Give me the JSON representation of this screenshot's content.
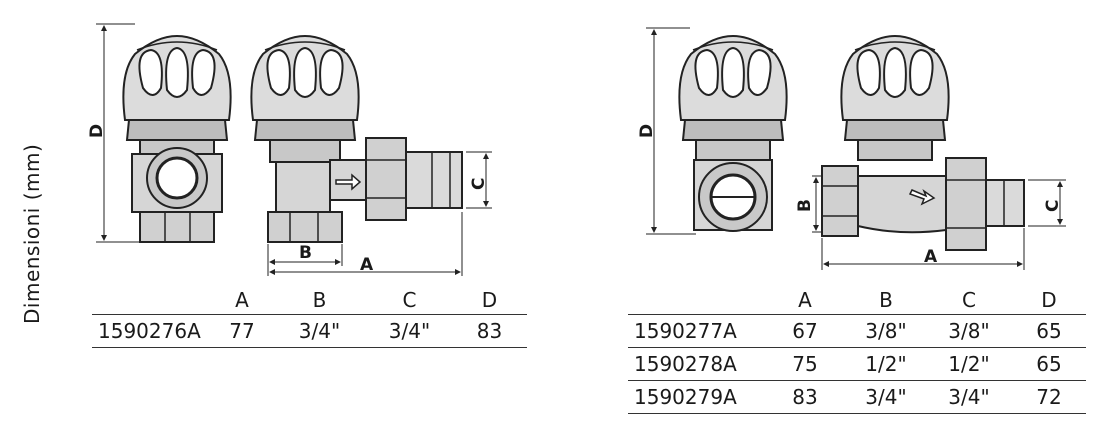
{
  "side_label": "Dimensioni (mm)",
  "dimension_letters": {
    "a": "A",
    "b": "B",
    "c": "C",
    "d": "D"
  },
  "table_left": {
    "headers": [
      "",
      "A",
      "B",
      "C",
      "D"
    ],
    "rows": [
      [
        "1590276A",
        "77",
        "3/4\"",
        "3/4\"",
        "83"
      ]
    ]
  },
  "table_right": {
    "headers": [
      "",
      "A",
      "B",
      "C",
      "D"
    ],
    "rows": [
      [
        "1590277A",
        "67",
        "3/8\"",
        "3/8\"",
        "65"
      ],
      [
        "1590278A",
        "75",
        "1/2\"",
        "1/2\"",
        "65"
      ],
      [
        "1590279A",
        "83",
        "3/4\"",
        "3/4\"",
        "72"
      ]
    ]
  }
}
